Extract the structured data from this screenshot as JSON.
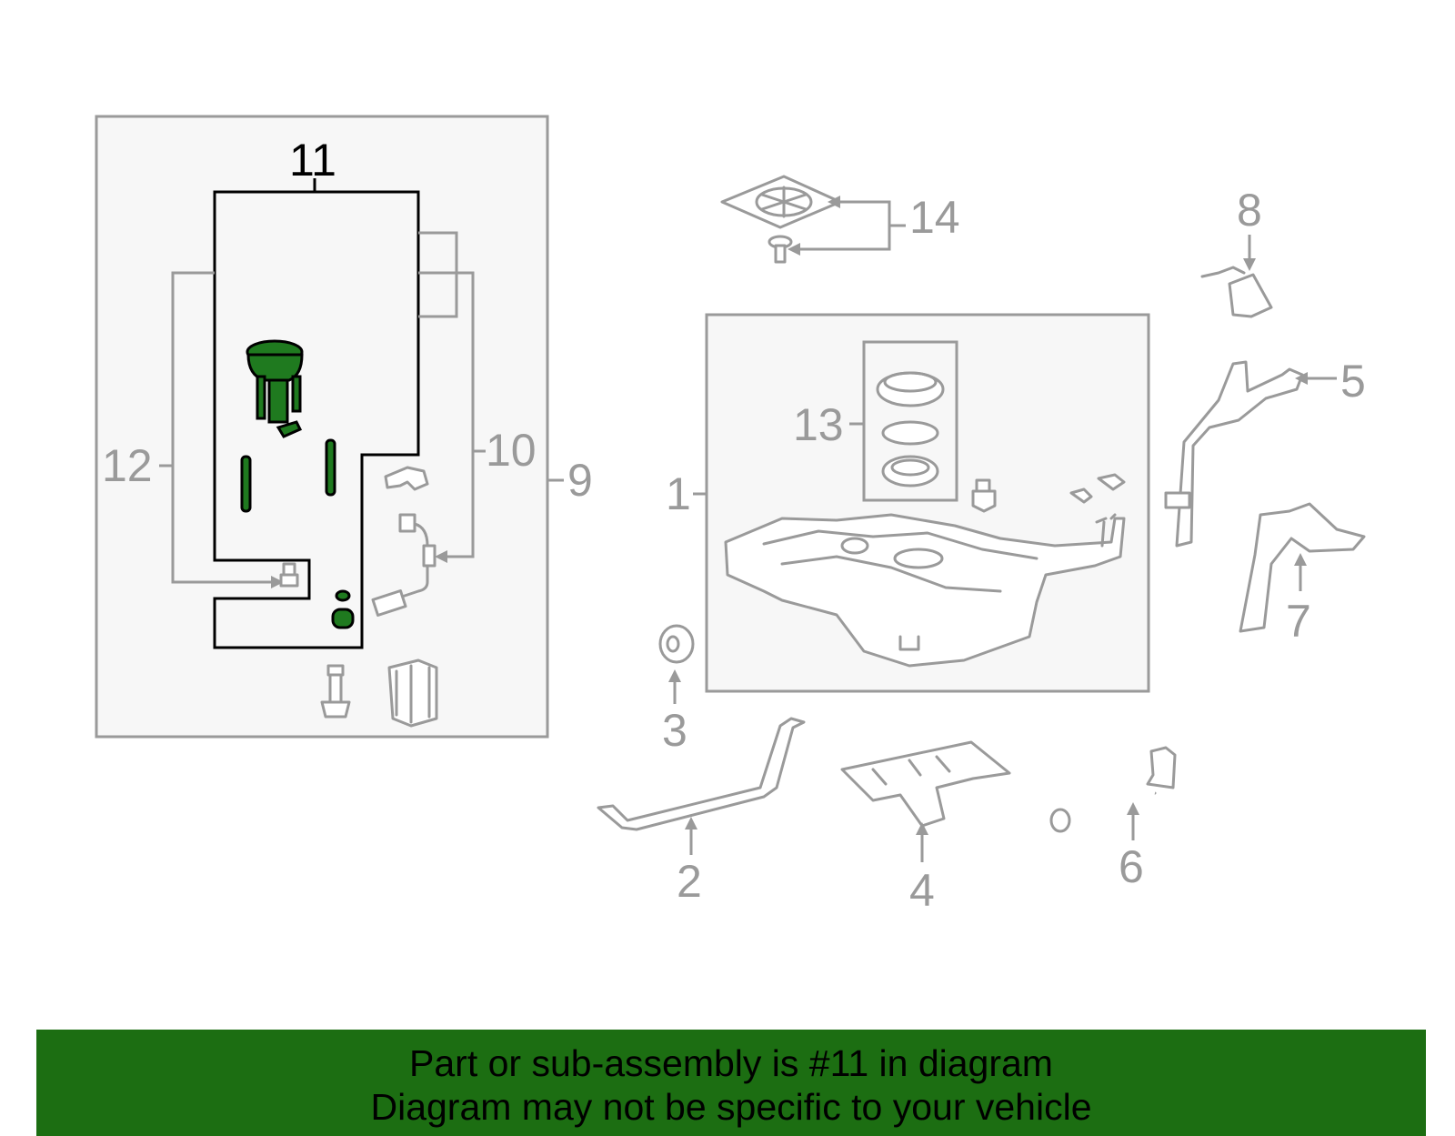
{
  "callouts": [
    {
      "id": "1",
      "label": "1"
    },
    {
      "id": "2",
      "label": "2"
    },
    {
      "id": "3",
      "label": "3"
    },
    {
      "id": "4",
      "label": "4"
    },
    {
      "id": "5",
      "label": "5"
    },
    {
      "id": "6",
      "label": "6"
    },
    {
      "id": "7",
      "label": "7"
    },
    {
      "id": "8",
      "label": "8"
    },
    {
      "id": "9",
      "label": "9"
    },
    {
      "id": "10",
      "label": "10"
    },
    {
      "id": "11",
      "label": "11"
    },
    {
      "id": "12",
      "label": "12"
    },
    {
      "id": "13",
      "label": "13"
    },
    {
      "id": "14",
      "label": "14"
    }
  ],
  "highlight": {
    "part": "11",
    "color": "#1f7a1f"
  },
  "banner": {
    "line1": "Part or sub-assembly is #11 in diagram",
    "line2": "Diagram may not be specific to your vehicle",
    "color": "#1c6e12"
  }
}
